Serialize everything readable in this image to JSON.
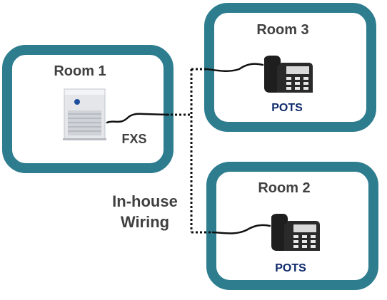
{
  "rooms": {
    "room1": {
      "title": "Room 1"
    },
    "room2": {
      "title": "Room 2",
      "device_label": "POTS"
    },
    "room3": {
      "title": "Room 3",
      "device_label": "POTS"
    }
  },
  "labels": {
    "fxs": "FXS",
    "wiring_line1": "In-house",
    "wiring_line2": "Wiring"
  },
  "colors": {
    "room_border": "#2e7d8f",
    "pots_text": "#0d2a6b",
    "label_text": "#404040"
  },
  "icons": [
    "gateway-device-icon",
    "desk-phone-icon"
  ]
}
